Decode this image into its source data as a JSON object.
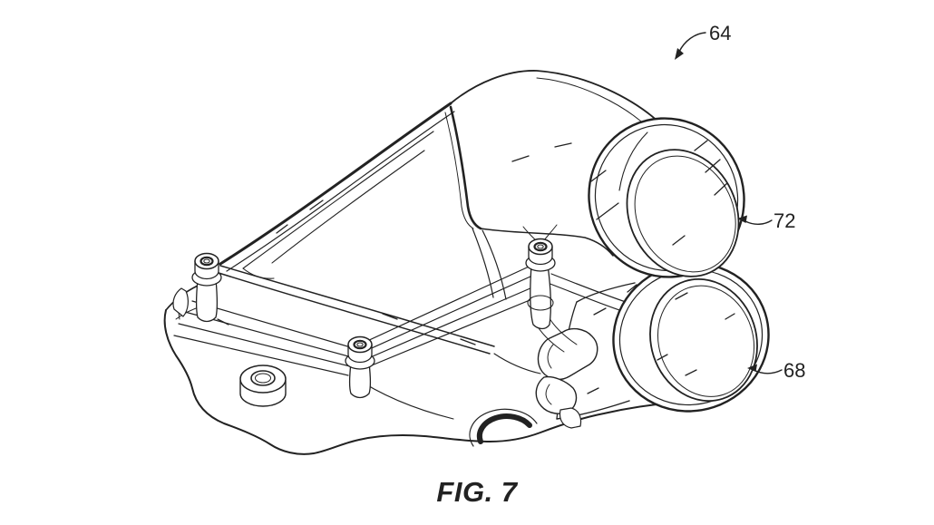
{
  "page": {
    "background_color": "#ffffff",
    "line_color": "#222222"
  },
  "figure": {
    "caption": "FIG. 7",
    "labels": {
      "assembly": "64",
      "upper_port": "72",
      "lower_port": "68"
    }
  }
}
